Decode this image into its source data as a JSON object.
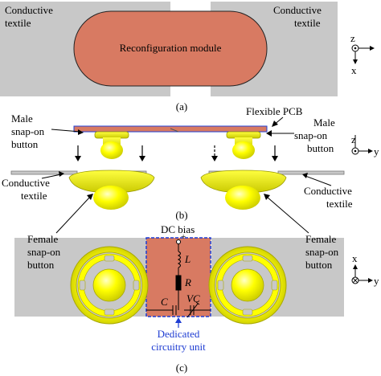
{
  "panel_a": {
    "left_textile_line1": "Conductive",
    "left_textile_line2": "textile",
    "right_textile_line1": "Conductive",
    "right_textile_line2": "textile",
    "module_label": "Reconfiguration module",
    "caption": "(a)",
    "axis_z": "z",
    "axis_x": "x"
  },
  "panel_b": {
    "pcb_label": "Flexible PCB",
    "male_left_line1": "Male",
    "male_left_line2": "snap-on",
    "male_left_line3": "button",
    "male_right_line1": "Male",
    "male_right_line2": "snap-on",
    "male_right_line3": "button",
    "textile_left_line1": "Conductive",
    "textile_left_line2": "textile",
    "textile_right_line1": "Conductive",
    "textile_right_line2": "textile",
    "caption": "(b)",
    "axis_z": "z",
    "axis_y": "y"
  },
  "panel_c": {
    "female_left_line1": "Female",
    "female_left_line2": "snap-on",
    "female_left_line3": "button",
    "female_right_line1": "Female",
    "female_right_line2": "snap-on",
    "female_right_line3": "button",
    "dc_bias": "DC bias",
    "plus": "+",
    "inductor": "L",
    "resistor": "R",
    "capacitor": "C",
    "varactor": "VC",
    "unit_line1": "Dedicated",
    "unit_line2": "circuitry unit",
    "caption": "(c)",
    "axis_x": "x",
    "axis_y": "y"
  },
  "colors": {
    "textile": "#c8c8c8",
    "module": "#d87a62",
    "pcb_blue": "#1f3fd6",
    "button": "#ffff00",
    "circuit_blue": "#1e3cd2"
  }
}
